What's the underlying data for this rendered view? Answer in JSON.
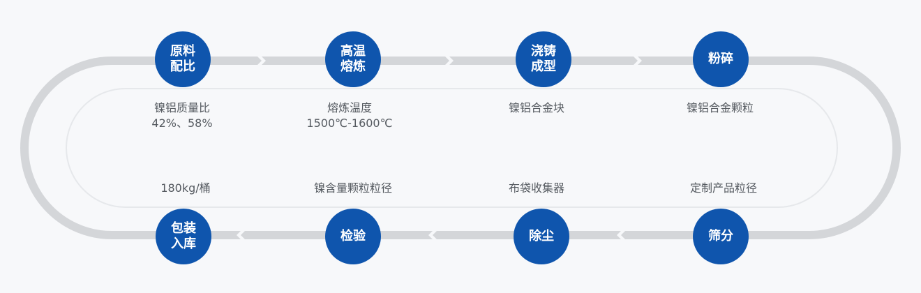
{
  "colors": {
    "node": "#0f55ad",
    "node_text": "#ffffff",
    "track": "#d4d6d9",
    "inner_outline": "#e6e8eb",
    "desc_text": "#555a60",
    "background": "#f7f8fa"
  },
  "top_steps": [
    {
      "label": "原料\n配比",
      "desc": "镍铝质量比\n42%、58%"
    },
    {
      "label": "高温\n熔炼",
      "desc": "熔炼温度\n1500℃-1600℃"
    },
    {
      "label": "浇铸\n成型",
      "desc": "镍铝合金块"
    },
    {
      "label": "粉碎",
      "desc": "镍铝合金颗粒"
    }
  ],
  "bottom_steps": [
    {
      "label": "包装\n入库",
      "desc": "180kg/桶"
    },
    {
      "label": "检验",
      "desc": "镍含量颗粒粒径"
    },
    {
      "label": "除尘",
      "desc": "布袋收集器"
    },
    {
      "label": "筛分",
      "desc": "定制产品粒径"
    }
  ]
}
